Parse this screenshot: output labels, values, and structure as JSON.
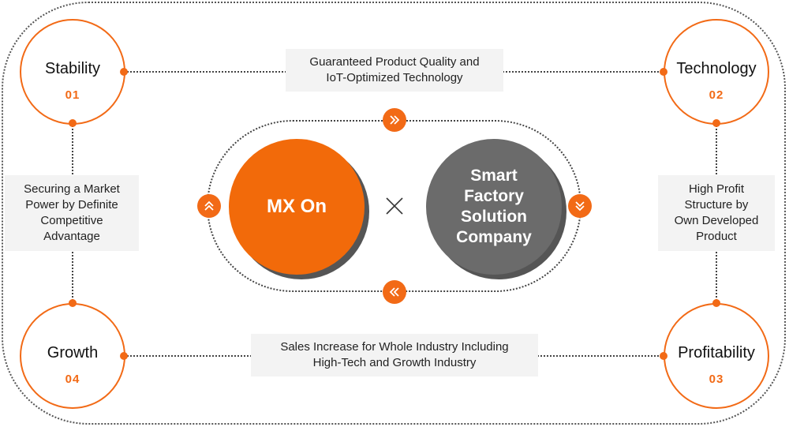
{
  "pillars": [
    {
      "name": "Stability",
      "number": "01"
    },
    {
      "name": "Technology",
      "number": "02"
    },
    {
      "name": "Profitability",
      "number": "03"
    },
    {
      "name": "Growth",
      "number": "04"
    }
  ],
  "connectors": {
    "top": {
      "lines": [
        "Guaranteed Product Quality and",
        "IoT-Optimized Technology"
      ]
    },
    "bottom": {
      "lines": [
        "Sales Increase for Whole Industry Including",
        "High-Tech and Growth Industry"
      ]
    },
    "left": {
      "lines": [
        "Securing a Market",
        "Power by Definite",
        "Competitive",
        "Advantage"
      ]
    },
    "right": {
      "lines": [
        "High Profit",
        "Structure by",
        "Own Developed",
        "Product"
      ]
    }
  },
  "center": {
    "left_circle": {
      "label": "MX On"
    },
    "right_circle": {
      "lines": [
        "Smart",
        "Factory",
        "Solution",
        "Company"
      ]
    },
    "operator_icon": "multiply-icon"
  },
  "colors": {
    "accent": "#f26a16",
    "gray_circle": "#6b6b6b",
    "box_bg": "#f3f3f3"
  }
}
